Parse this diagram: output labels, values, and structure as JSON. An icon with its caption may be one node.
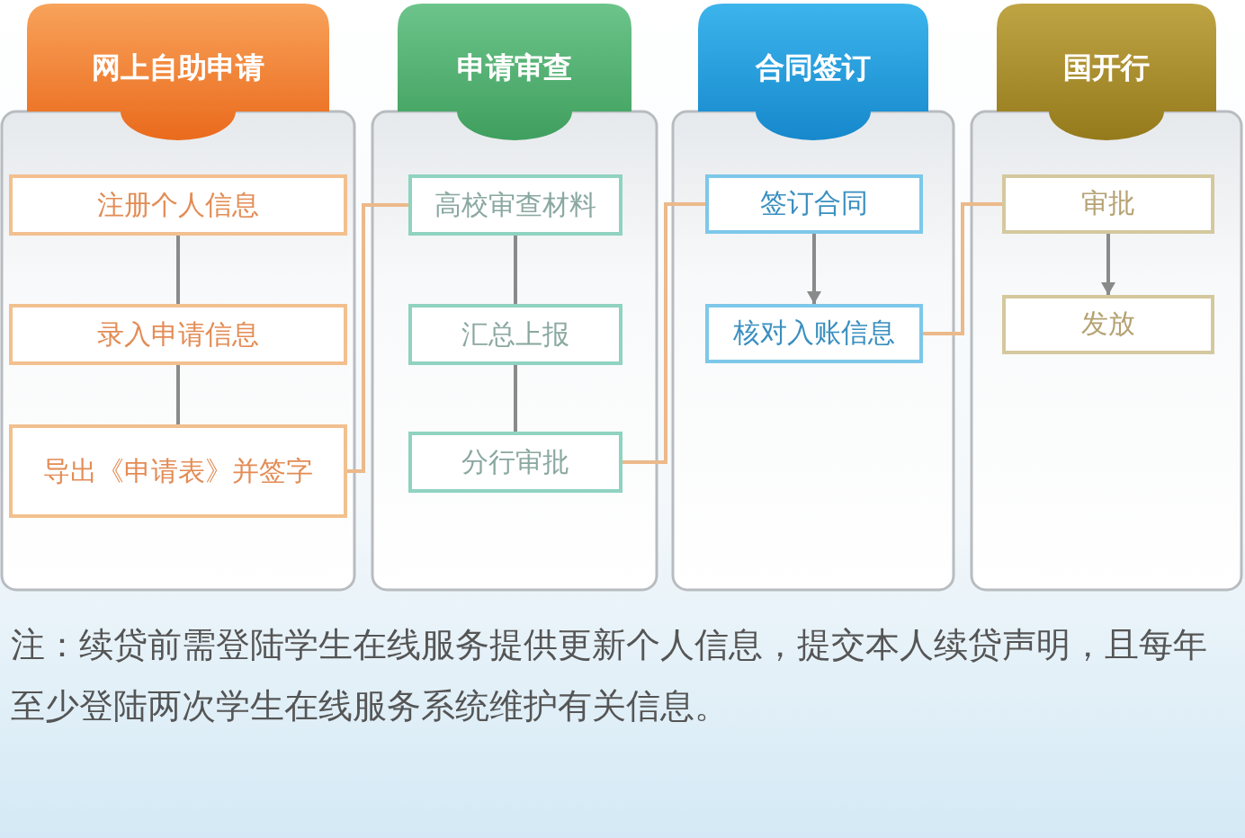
{
  "diagram": {
    "nodes": [
      {
        "text": [
          "网上自助申请"
        ]
      },
      {
        "text": [
          "注册个人信息"
        ],
        "in": 0
      },
      {
        "text": [
          "录入申请信息"
        ],
        "in": 0
      },
      {
        "text": [
          "导出《申请表》并签字"
        ],
        "in": 0
      },
      {
        "text": [
          "申请审查"
        ]
      },
      {
        "text": [
          "高校审查材料"
        ],
        "in": 4
      },
      {
        "text": [
          "汇总上报"
        ],
        "in": 4
      },
      {
        "text": [
          "分行审批"
        ],
        "in": 4
      },
      {
        "text": [
          "合同签订"
        ]
      },
      {
        "text": [
          "签订合同"
        ],
        "in": 8
      },
      {
        "text": [
          "核对入账信息"
        ],
        "in": 8
      },
      {
        "text": [
          "国开行"
        ]
      },
      {
        "text": [
          "审批"
        ],
        "in": 11
      },
      {
        "text": [
          "发放"
        ],
        "in": 11
      }
    ],
    "edges": [
      {
        "from": 1,
        "to": 2,
        "arrow": "none"
      },
      {
        "from": 2,
        "to": 3,
        "arrow": "none"
      },
      {
        "from": 3,
        "to": 5,
        "arrow": "none",
        "color": "#ecb98a"
      },
      {
        "from": 5,
        "to": 6,
        "arrow": "none"
      },
      {
        "from": 6,
        "to": 7,
        "arrow": "none"
      },
      {
        "from": 7,
        "to": 9,
        "arrow": "none",
        "color": "#ecb98a"
      },
      {
        "from": 9,
        "to": 10,
        "arrow": "to"
      },
      {
        "from": 10,
        "to": 12,
        "arrow": "none",
        "color": "#ecb98a"
      },
      {
        "from": 12,
        "to": 13,
        "arrow": "to"
      }
    ],
    "labels": [
      "注：续贷前需登陆学生在线服务提供更新个人信息，提交本人续贷声明，且每年至少登陆两次学生在线服务系统维护有关信息。"
    ]
  }
}
